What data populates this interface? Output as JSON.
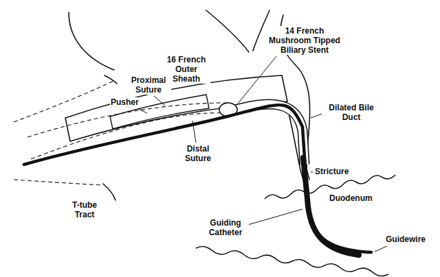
{
  "diagram": {
    "labels": [
      "16 French Outer Sheath",
      "Proximal Suture",
      "Pusher",
      "14 French Mushroom Tipped Biliary Stent",
      "Dilated Bile Duct",
      "Distal Suture",
      "Stricture",
      "T-tube Tract",
      "Duodenum",
      "Guiding Catheter",
      "Guidewire"
    ]
  }
}
